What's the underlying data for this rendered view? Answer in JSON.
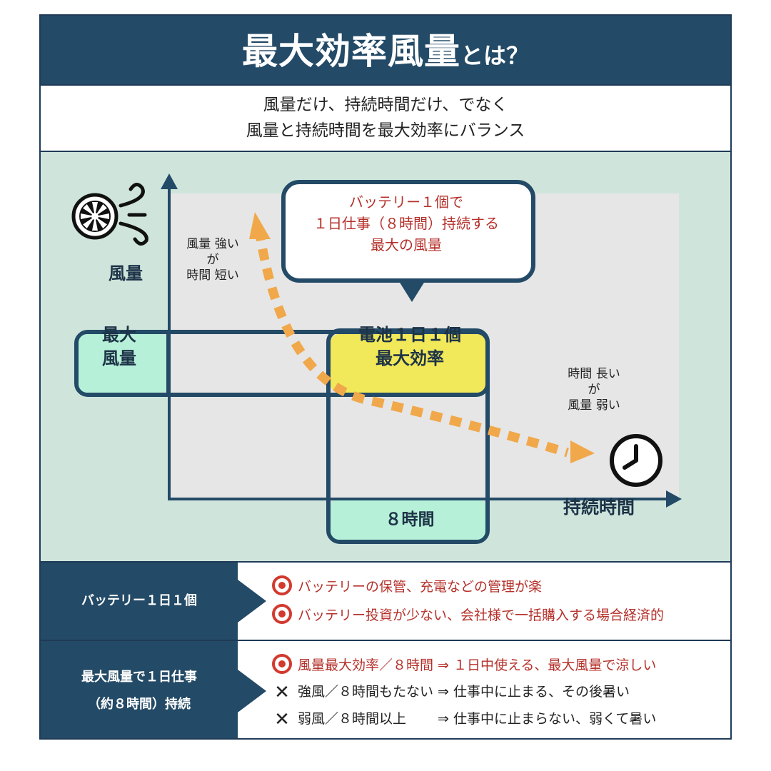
{
  "header": {
    "title_main": "最大効率風量",
    "title_suffix": "とは？"
  },
  "subtitle": {
    "line1": "風量だけ、持続時間だけ、でなく",
    "line2": "風量と持続時間を最大効率にバランス"
  },
  "diagram": {
    "y_axis_label": "風量",
    "x_axis_label": "持続時間",
    "note_top_left": [
      "風量 強い",
      "が",
      "時間 短い"
    ],
    "note_bottom_right": [
      "時間 長い",
      "が",
      "風量 弱い"
    ],
    "bubble": [
      "バッテリー１個で",
      "１日仕事（８時間）持続する",
      "最大の風量"
    ],
    "max_wind": [
      "最大",
      "風量"
    ],
    "efficiency_box": [
      "電池１日１個",
      "最大効率"
    ],
    "hours_box": "８時間",
    "icons": {
      "fan": "fan-icon",
      "wind": "wind-icon",
      "clock": "clock-icon"
    },
    "colors": {
      "navy": "#234a66",
      "mint": "#b6f0d8",
      "yellow": "#f1e85a",
      "orange": "#f0a84a",
      "bg": "#cfe5dc",
      "plot": "#e6e6e6"
    }
  },
  "rows": [
    {
      "head": [
        "バッテリー１日１個"
      ],
      "items": [
        {
          "mark": "circle",
          "text": "バッテリーの保管、充電などの管理が楽"
        },
        {
          "mark": "circle",
          "text": "バッテリー投資が少ない、会社様で一括購入する場合経済的"
        }
      ]
    },
    {
      "head": [
        "最大風量で１日仕事",
        "（約８時間）持続"
      ],
      "items": [
        {
          "mark": "circle",
          "text": "風量最大効率／８時間 ⇒ １日中使える、最大風量で涼しい"
        },
        {
          "mark": "x",
          "text": "強風／８時間もたない ⇒ 仕事中に止まる、その後暑い"
        },
        {
          "mark": "x",
          "text": "弱風／８時間以上　　 ⇒ 仕事中に止まらない、弱くて暑い"
        }
      ]
    }
  ]
}
